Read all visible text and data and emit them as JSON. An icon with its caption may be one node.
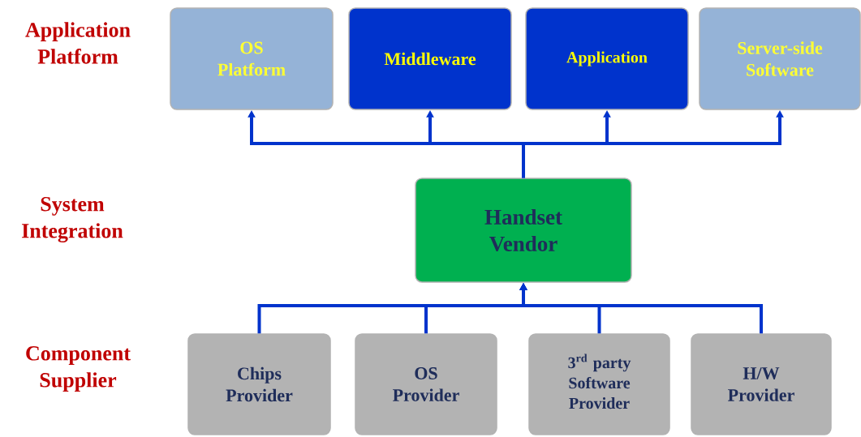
{
  "diagram": {
    "nodes": [
      {
        "text": [
          "OS Platform"
        ]
      },
      {
        "text": [
          "Middleware"
        ]
      },
      {
        "text": [
          "Application"
        ]
      },
      {
        "text": [
          "Server-side Software"
        ]
      },
      {
        "text": [
          "Handset Vendor"
        ]
      },
      {
        "text": [
          "Chips Provider"
        ]
      },
      {
        "text": [
          "OS Provider"
        ]
      },
      {
        "text": [
          "\\begin{array}{c}\\text{3}^{\\text{rd}}\\text{ party}\\\\ \\text{Software}\\\\ \\text{Provider}\\end{array}"
        ]
      },
      {
        "text": [
          "H/W Provider"
        ]
      }
    ],
    "edges": [
      {
        "from": 4,
        "to": 0,
        "arrow": "to"
      },
      {
        "from": 4,
        "to": 1,
        "arrow": "to"
      },
      {
        "from": 4,
        "to": 2,
        "arrow": "to"
      },
      {
        "from": 4,
        "to": 3,
        "arrow": "to"
      },
      {
        "from": 5,
        "to": 4,
        "arrow": "to"
      },
      {
        "from": 6,
        "to": 4,
        "arrow": "to"
      },
      {
        "from": 7,
        "to": 4,
        "arrow": "to"
      },
      {
        "from": 8,
        "to": 4,
        "arrow": "to"
      }
    ],
    "labels": [
      "Application Platform",
      "System Integration",
      "Component Supplier"
    ]
  }
}
